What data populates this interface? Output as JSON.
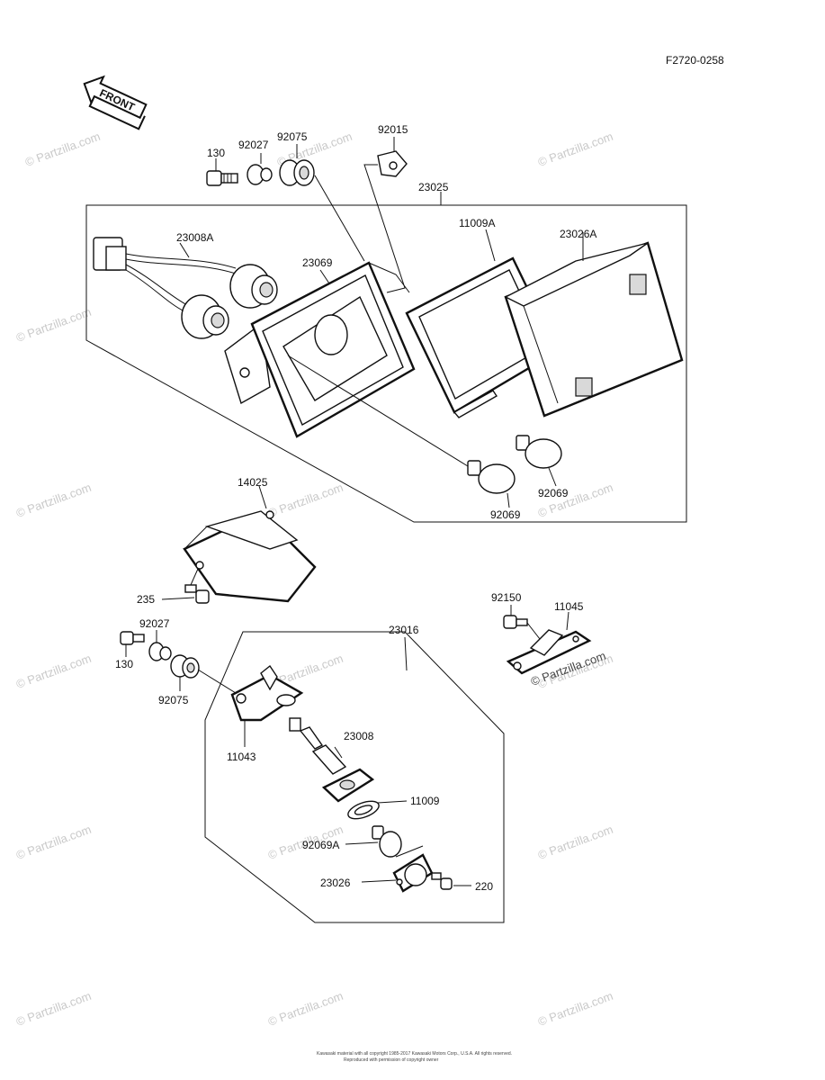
{
  "diagram_code": "F2720-0258",
  "front_label": "FRONT",
  "watermark": "© Partzilla.com",
  "footer": {
    "line1": "Kawasaki material with all copyright 1985-2017 Kawasaki Motors Corp., U.S.A. All rights reserved.",
    "line2": "Reproduced with permission of copyright owner"
  },
  "labels": {
    "p130_top": "130",
    "p92027_top": "92027",
    "p92075_top": "92075",
    "p92015": "92015",
    "p23025": "23025",
    "p23008A": "23008A",
    "p23069": "23069",
    "p11009A": "11009A",
    "p23026A": "23026A",
    "p92069_right": "92069",
    "p92069_bottom": "92069",
    "p14025": "14025",
    "p235": "235",
    "p92150": "92150",
    "p11045": "11045",
    "p92027_mid": "92027",
    "p130_mid": "130",
    "p23016": "23016",
    "p92075_mid": "92075",
    "p11043": "11043",
    "p23008": "23008",
    "p11009": "11009",
    "p92069A": "92069A",
    "p23026": "23026",
    "p220": "220"
  }
}
